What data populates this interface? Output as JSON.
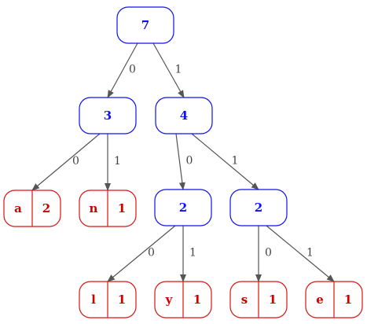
{
  "colors": {
    "internal_stroke": "#1010ee",
    "internal_text": "#1010ee",
    "leaf_stroke": "#e01010",
    "leaf_text": "#cc0000",
    "edge": "#555555",
    "edge_label": "#444444"
  },
  "tree": {
    "root": {
      "weight": "7"
    },
    "internal": [
      {
        "id": "n3",
        "weight": "3"
      },
      {
        "id": "n4",
        "weight": "4"
      },
      {
        "id": "n2a",
        "weight": "2"
      },
      {
        "id": "n2b",
        "weight": "2"
      }
    ],
    "leaves": [
      {
        "id": "a",
        "char": "a",
        "count": "2"
      },
      {
        "id": "n",
        "char": "n",
        "count": "1"
      },
      {
        "id": "l",
        "char": "l",
        "count": "1"
      },
      {
        "id": "y",
        "char": "y",
        "count": "1"
      },
      {
        "id": "s",
        "char": "s",
        "count": "1"
      },
      {
        "id": "e",
        "char": "e",
        "count": "1"
      }
    ],
    "edges": [
      {
        "from": "root",
        "to": "n3",
        "bit": "0"
      },
      {
        "from": "root",
        "to": "n4",
        "bit": "1"
      },
      {
        "from": "n3",
        "to": "a",
        "bit": "0"
      },
      {
        "from": "n3",
        "to": "n",
        "bit": "1"
      },
      {
        "from": "n4",
        "to": "n2a",
        "bit": "0"
      },
      {
        "from": "n4",
        "to": "n2b",
        "bit": "1"
      },
      {
        "from": "n2a",
        "to": "l",
        "bit": "0"
      },
      {
        "from": "n2a",
        "to": "y",
        "bit": "1"
      },
      {
        "from": "n2b",
        "to": "s",
        "bit": "0"
      },
      {
        "from": "n2b",
        "to": "e",
        "bit": "1"
      }
    ]
  }
}
